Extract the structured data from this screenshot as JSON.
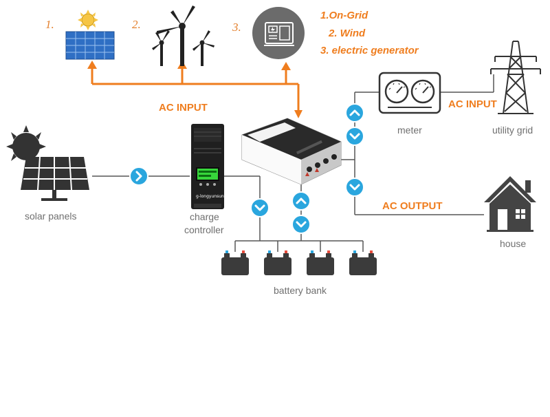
{
  "legend": {
    "num1": "1.",
    "num2": "2.",
    "num3": "3.",
    "item1": "1.On-Grid",
    "item2": "2. Wind",
    "item3": "3. electric generator"
  },
  "flow_labels": {
    "ac_input_left": "AC INPUT",
    "ac_input_right": "AC INPUT",
    "ac_output": "AC OUTPUT"
  },
  "nodes": {
    "solar_panels": "solar panels",
    "charge_controller_line1": "charge",
    "charge_controller_line2": "controller",
    "battery_bank": "battery bank",
    "meter": "meter",
    "utility_grid": "utility grid",
    "house": "house"
  },
  "controller_brand": "g-longyunsun",
  "colors": {
    "accent_orange": "#ef7d1e",
    "arrow_blue": "#2aa6de",
    "icon_dark": "#3b3b3b",
    "line_gray": "#555555",
    "label_gray": "#6f6f6f"
  }
}
